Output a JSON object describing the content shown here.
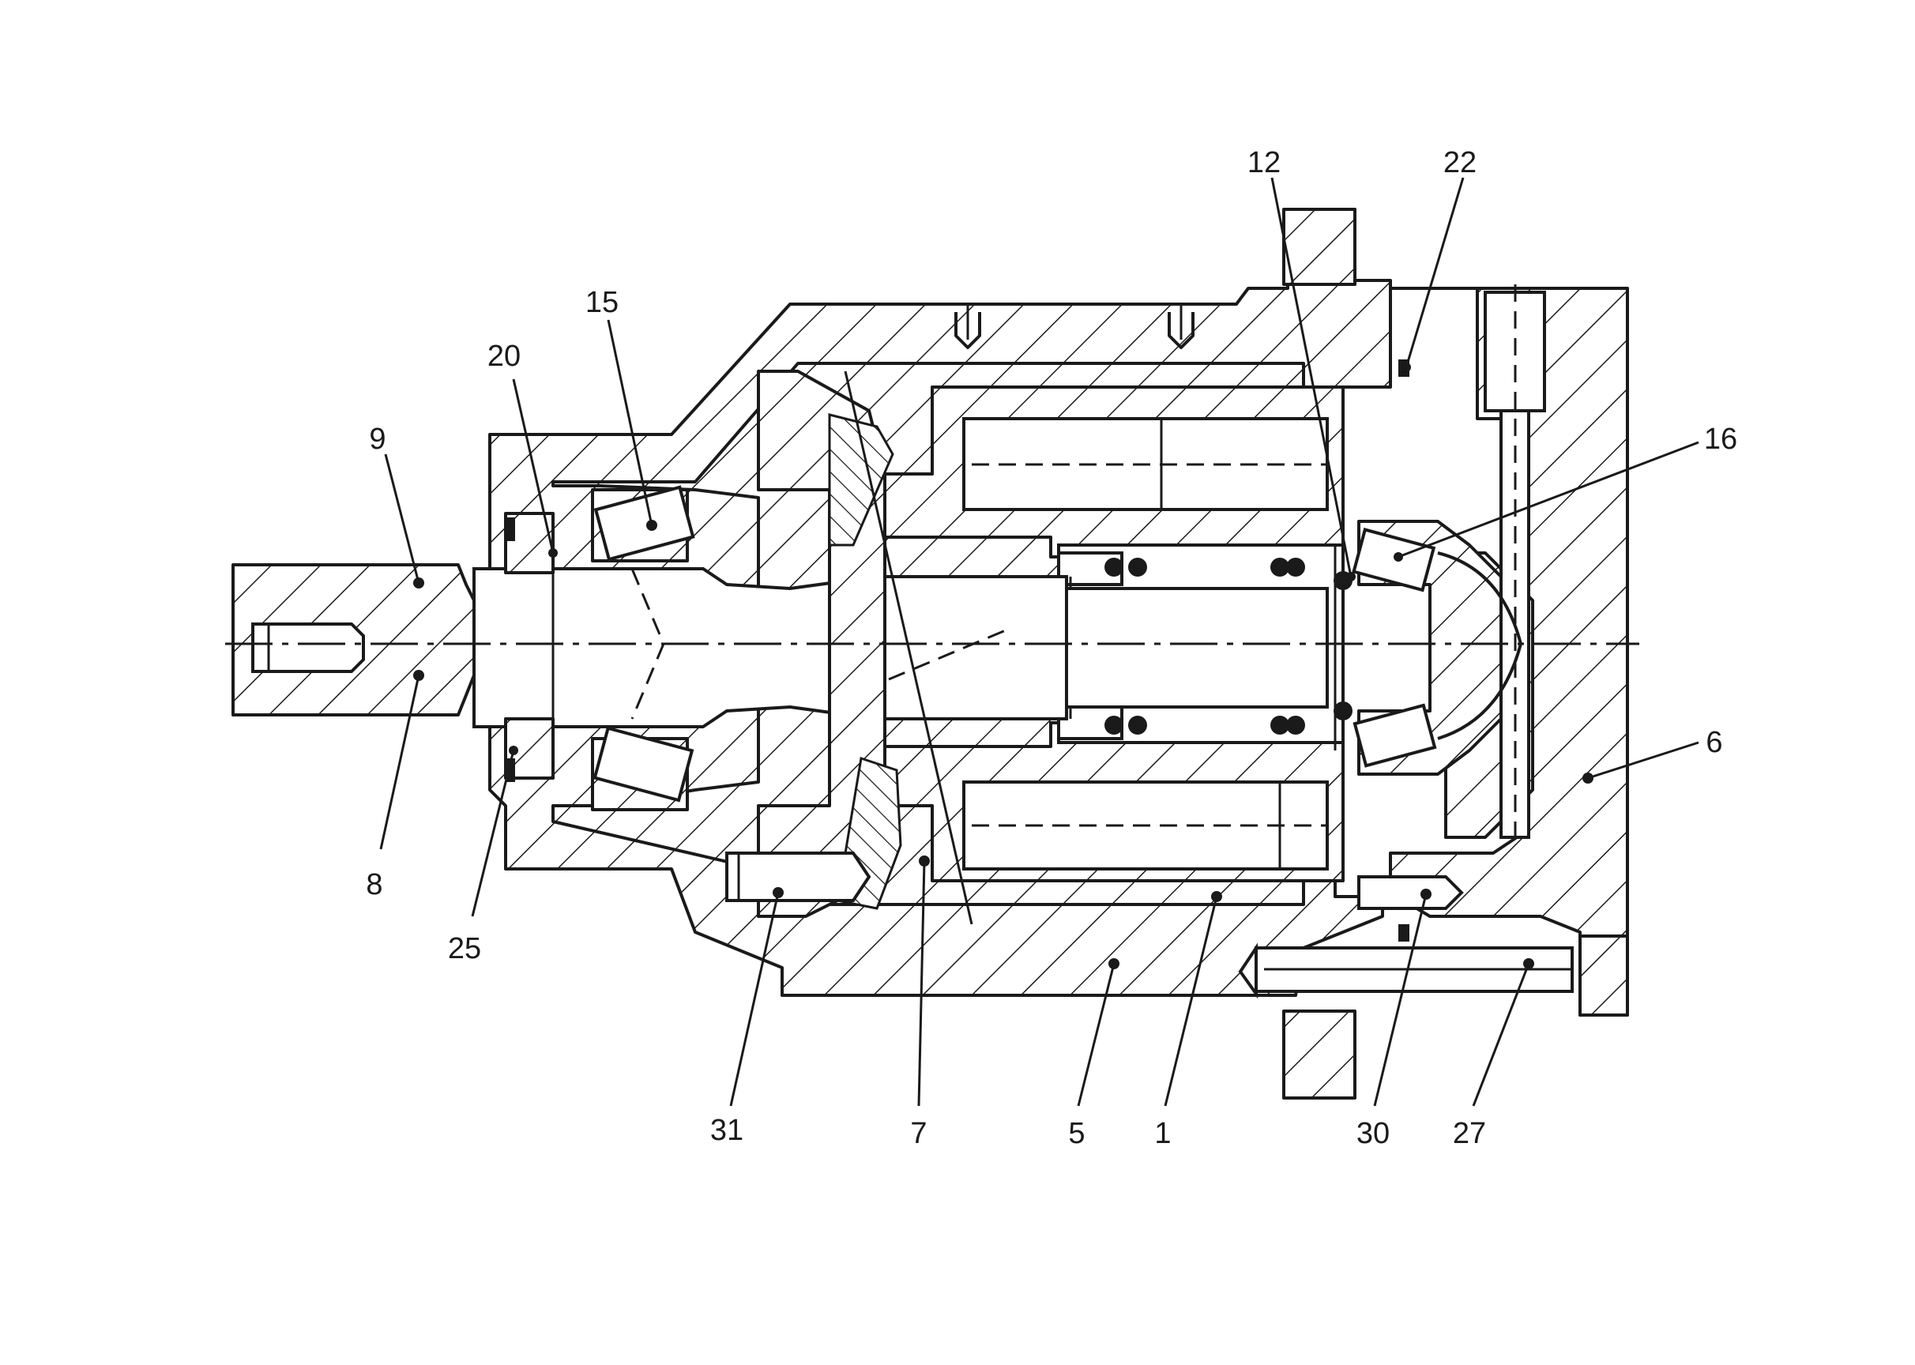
{
  "callouts": [
    {
      "id": "9",
      "text": "9"
    },
    {
      "id": "8",
      "text": "8"
    },
    {
      "id": "20",
      "text": "20"
    },
    {
      "id": "15",
      "text": "15"
    },
    {
      "id": "25",
      "text": "25"
    },
    {
      "id": "12",
      "text": "12"
    },
    {
      "id": "22",
      "text": "22"
    },
    {
      "id": "16",
      "text": "16"
    },
    {
      "id": "6",
      "text": "6"
    },
    {
      "id": "31",
      "text": "31"
    },
    {
      "id": "7",
      "text": "7"
    },
    {
      "id": "5",
      "text": "5"
    },
    {
      "id": "1",
      "text": "1"
    },
    {
      "id": "30",
      "text": "30"
    },
    {
      "id": "27",
      "text": "27"
    }
  ],
  "colors": {
    "ink": "#1a1a1a",
    "paper": "#ffffff"
  }
}
